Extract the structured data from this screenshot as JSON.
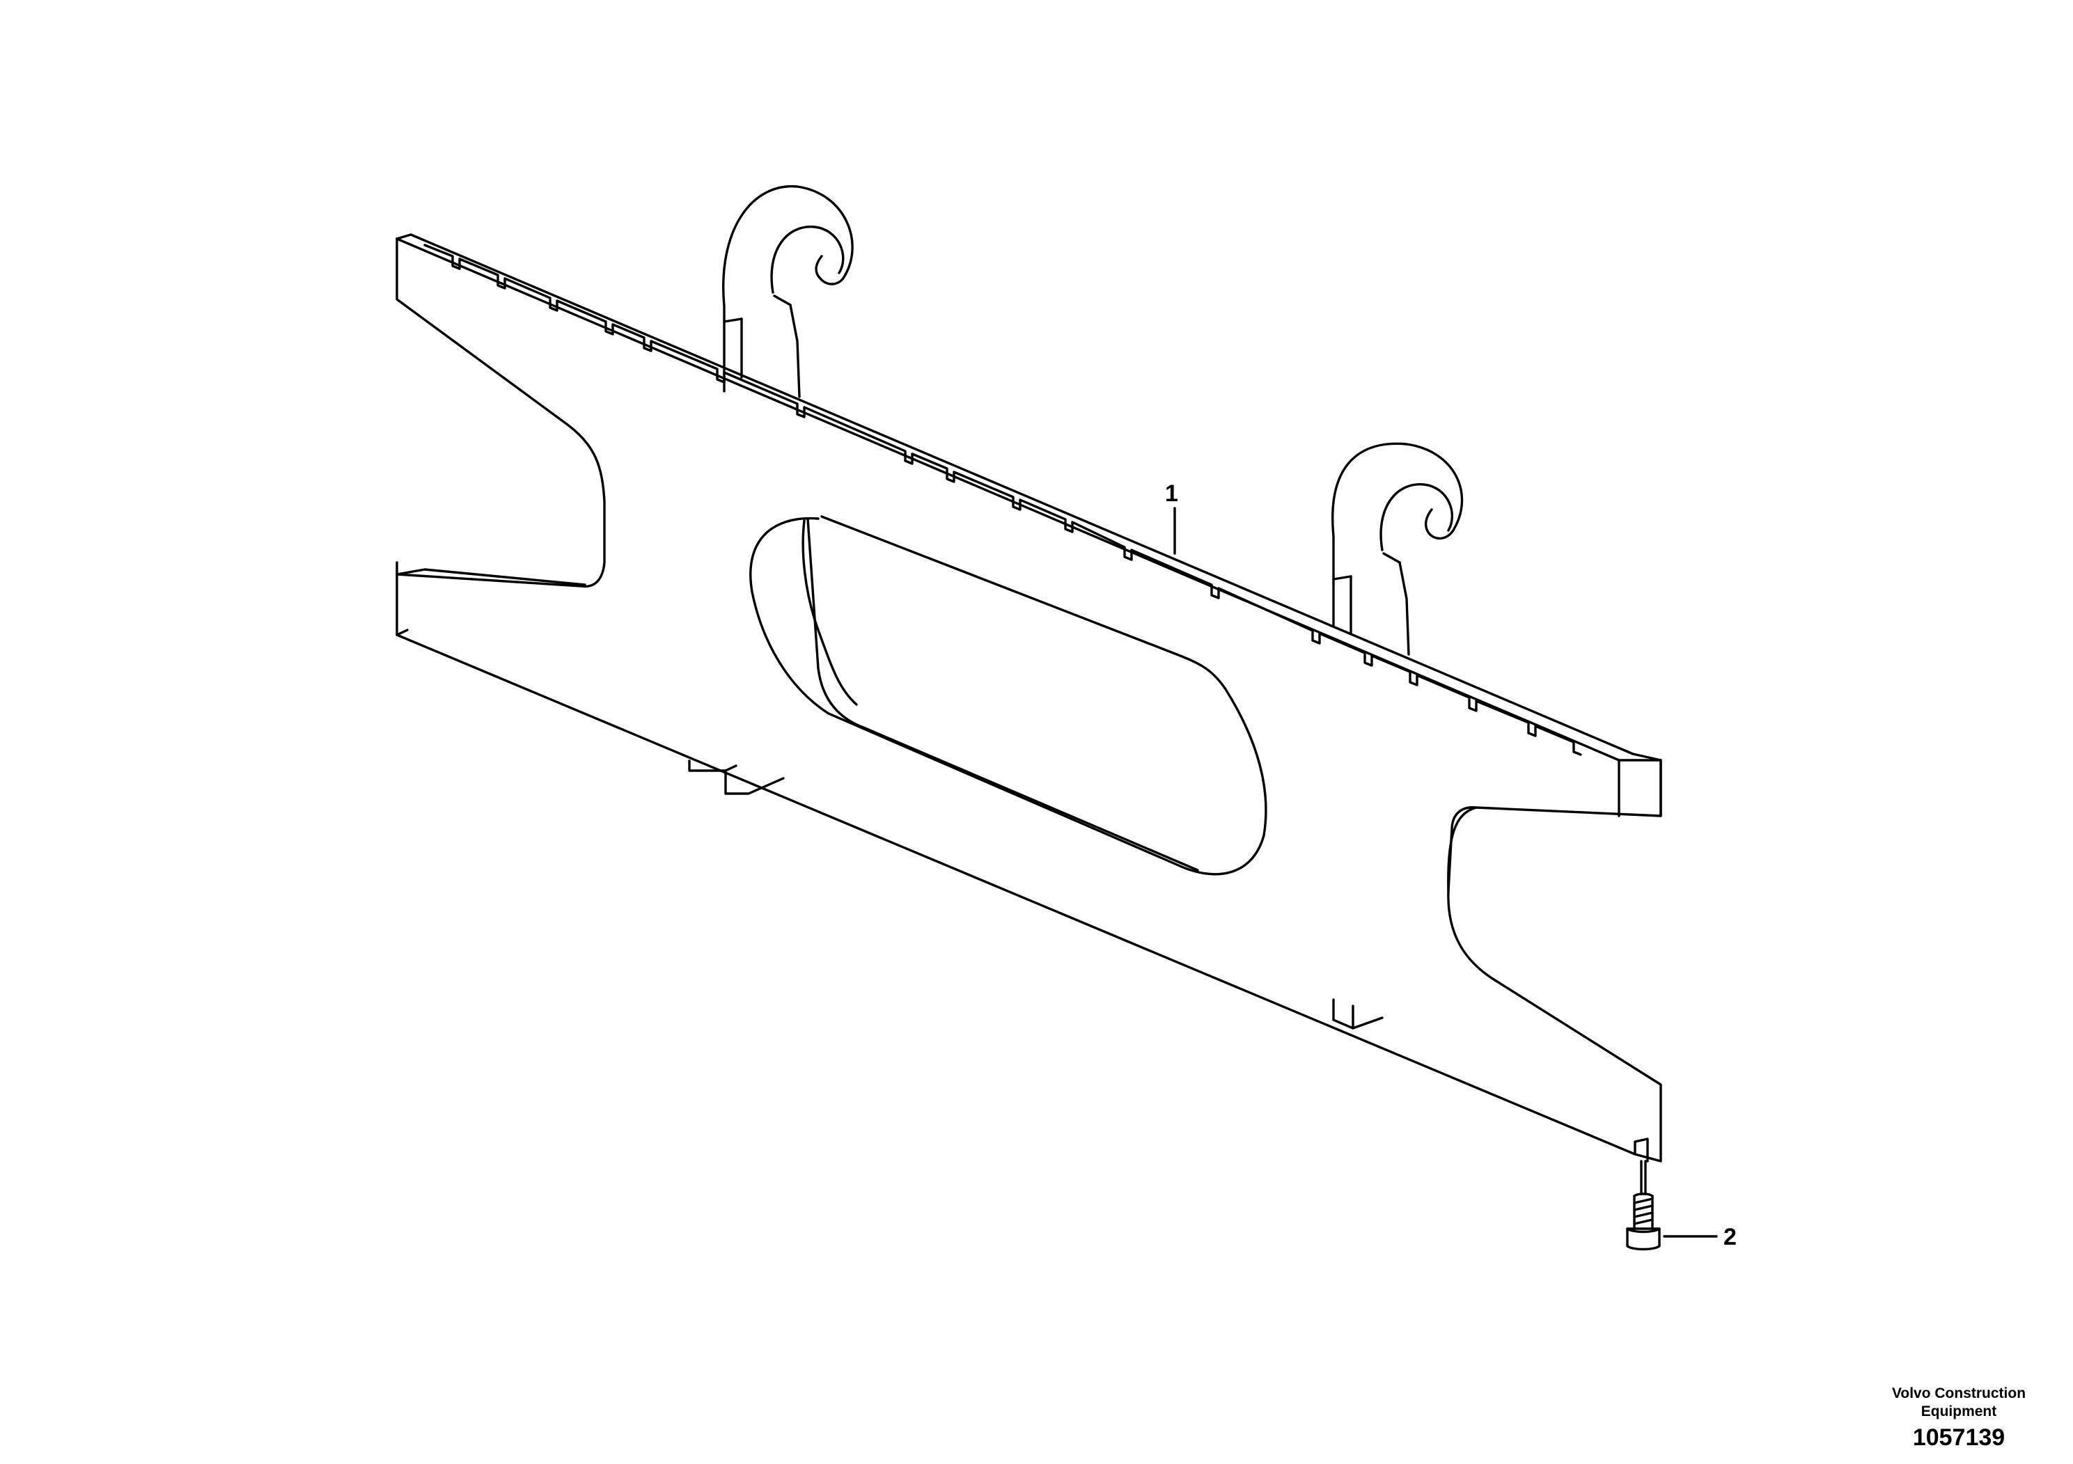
{
  "diagram": {
    "callouts": [
      {
        "label": "1",
        "part": "fork-frame-hanger"
      },
      {
        "label": "2",
        "part": "screw"
      }
    ],
    "line_color": "#000000",
    "background_color": "#ffffff"
  },
  "footer": {
    "manufacturer_line1": "Volvo Construction",
    "manufacturer_line2": "Equipment",
    "drawing_number": "1057139"
  }
}
